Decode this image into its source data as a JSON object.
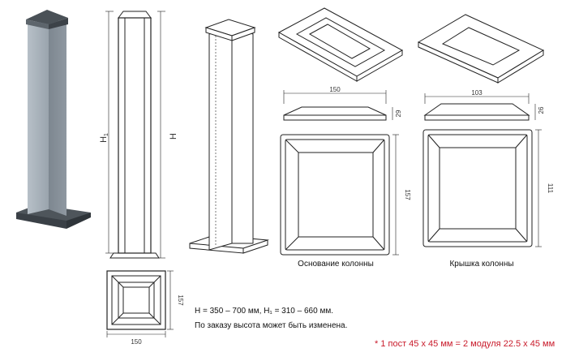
{
  "drawing_a": {
    "height_h1": "H",
    "height_h1_sub": "1",
    "height_h": "H",
    "base_width": "150",
    "base_depth": "157"
  },
  "drawing_b": {
    "base_width": "150",
    "base_height": "29",
    "base_depth": "157",
    "label": "Основание колонны"
  },
  "drawing_c": {
    "cap_width": "103",
    "cap_height": "26",
    "cap_depth": "111",
    "label": "Крышка колонны"
  },
  "notes": {
    "line1": "H = 350 – 700 мм, H₁ = 310 – 660 мм.",
    "line2": "По заказу высота может быть изменена.",
    "footnote": "* 1 пост 45 x 45 мм = 2 модуля 22.5 x 45 мм"
  },
  "colors": {
    "post_face": "#9aa3ab",
    "post_side": "#c9d0d6",
    "post_dark": "#5b6269",
    "line": "#222222",
    "footnote": "#c91a2a"
  }
}
